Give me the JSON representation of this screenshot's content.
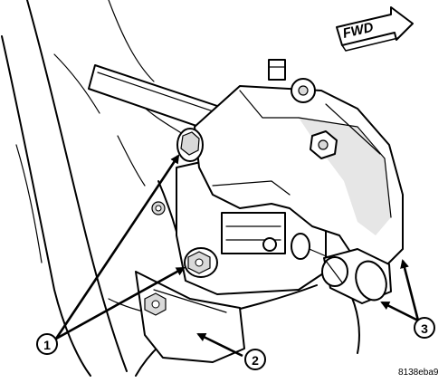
{
  "diagram": {
    "direction_label": "FWD",
    "figure_id": "8138eba9",
    "callouts": [
      {
        "number": "1",
        "part_icon": "caliper-mounting-bolt"
      },
      {
        "number": "2",
        "part_icon": "steering-knuckle"
      },
      {
        "number": "3",
        "part_icon": "caliper-guide-pin-bolt"
      }
    ]
  }
}
